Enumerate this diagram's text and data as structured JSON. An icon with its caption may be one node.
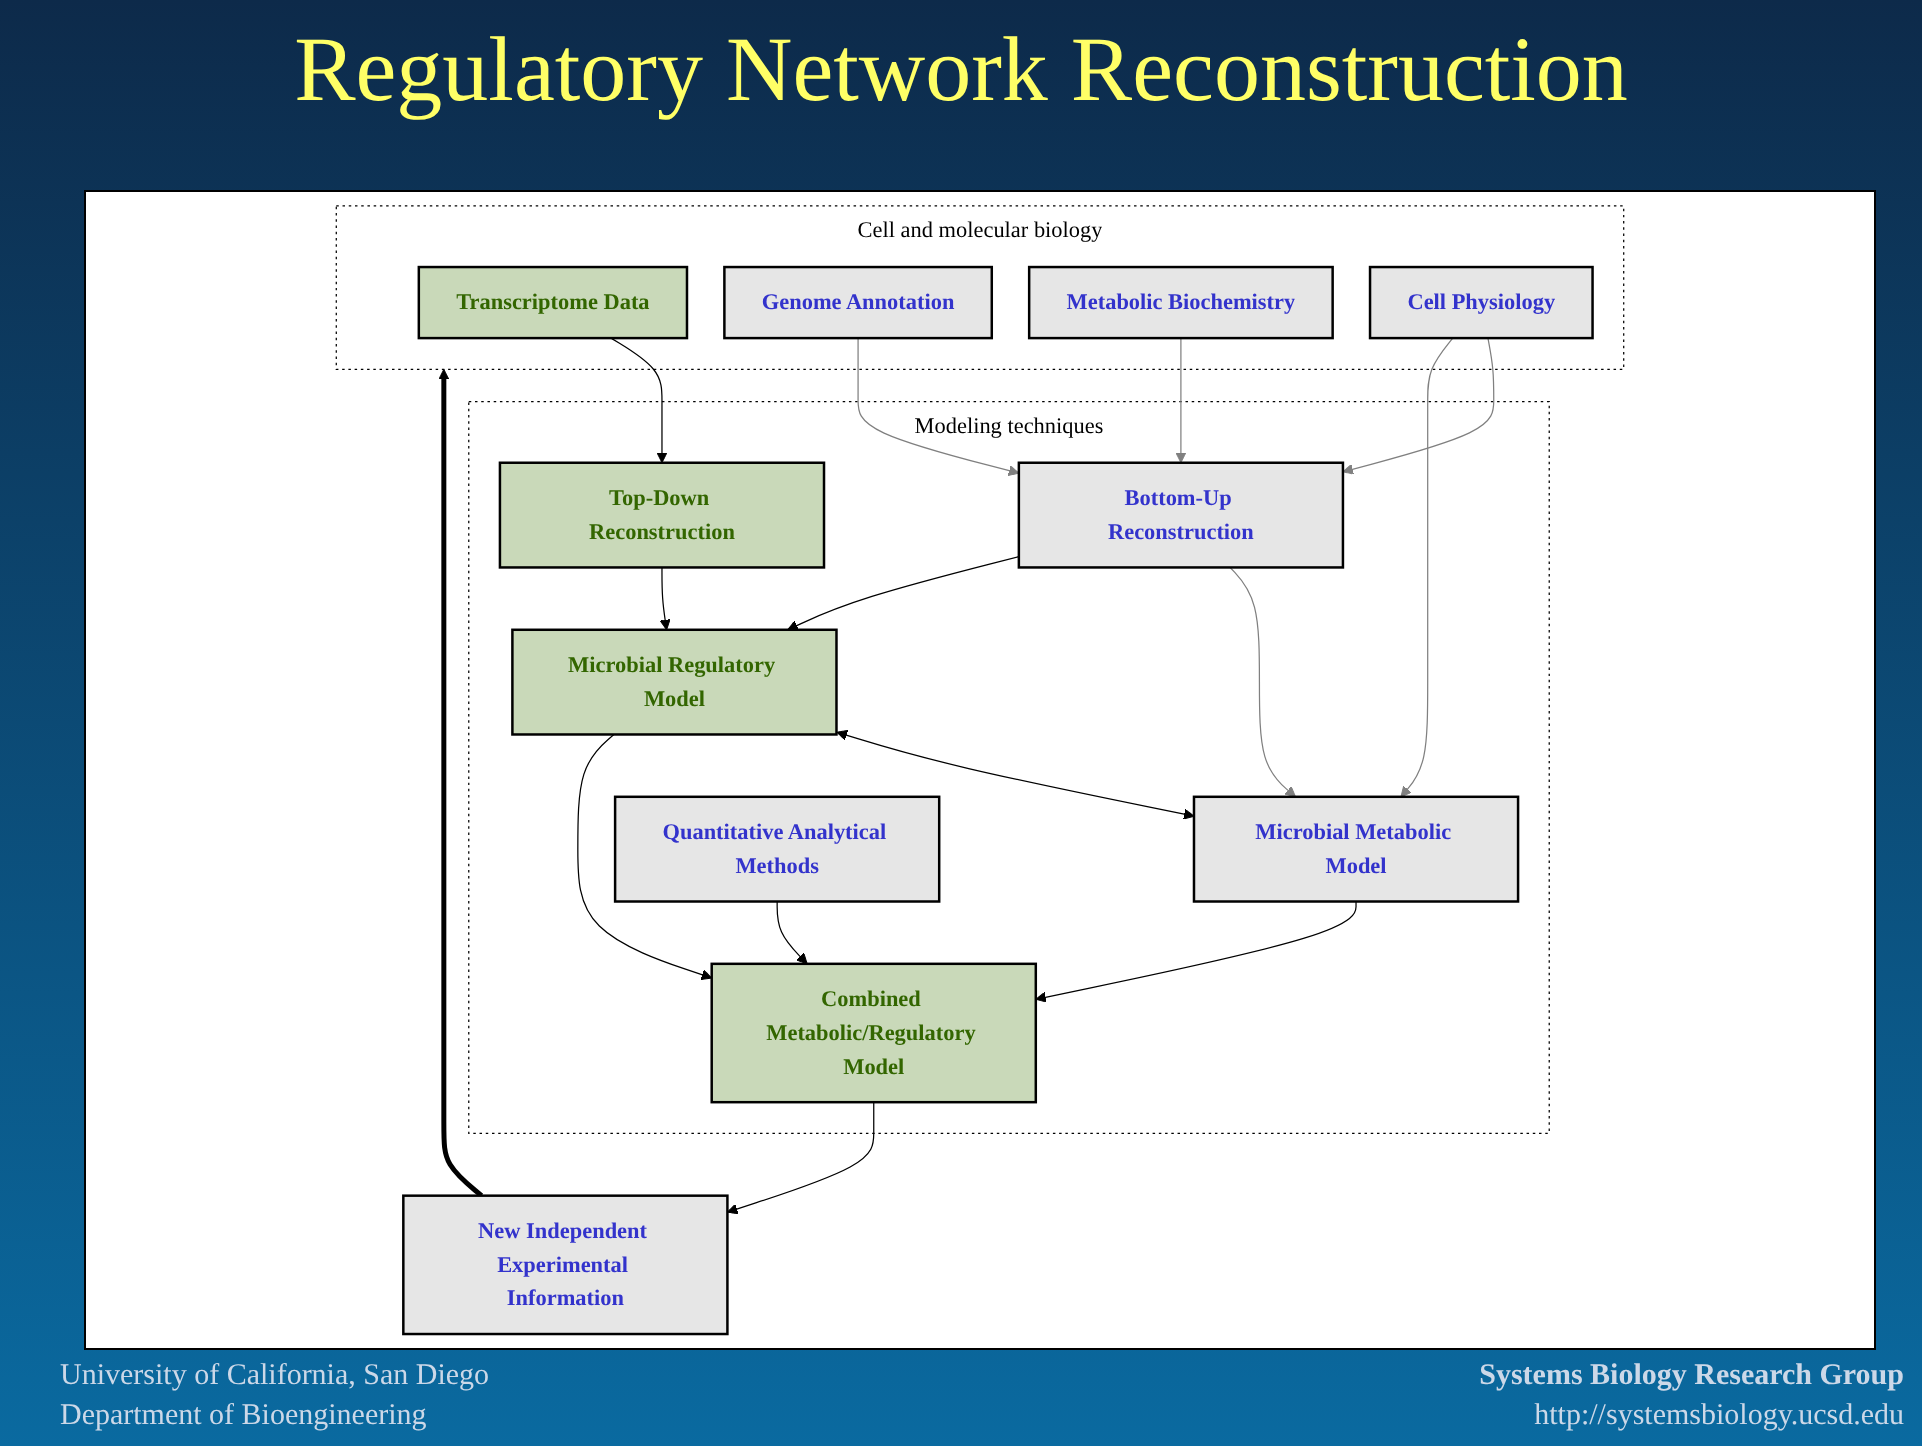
{
  "diagram": {
    "title": "Regulatory Network Reconstruction",
    "nodes": [
      {
        "text": [
          "Cell and molecular biology"
        ]
      },
      {
        "text": [
          "Transcriptome Data"
        ],
        "in": 0
      },
      {
        "text": [
          "Genome Annotation"
        ],
        "in": 0
      },
      {
        "text": [
          "Metabolic Biochemistry"
        ],
        "in": 0
      },
      {
        "text": [
          "Cell Physiology"
        ],
        "in": 0
      },
      {
        "text": [
          "Modeling techniques"
        ]
      },
      {
        "text": [
          "Top-Down Reconstruction"
        ],
        "in": 5
      },
      {
        "text": [
          "Bottom-Up Reconstruction"
        ],
        "in": 5
      },
      {
        "text": [
          "Microbial Regulatory Model"
        ],
        "in": 5
      },
      {
        "text": [
          "Microbial Metabolic Model"
        ],
        "in": 5
      },
      {
        "text": [
          "Quantitative Analytical Methods"
        ],
        "in": 5
      },
      {
        "text": [
          "Combined Metabolic/Regulatory Model"
        ],
        "in": 5
      },
      {
        "text": [
          "New Independent Experimental Information"
        ]
      }
    ],
    "edges": [
      {
        "from": 1,
        "to": 6,
        "arrow": "to"
      },
      {
        "from": 2,
        "to": 7,
        "arrow": "to",
        "color": "#808080"
      },
      {
        "from": 3,
        "to": 7,
        "arrow": "to",
        "color": "#808080"
      },
      {
        "from": 4,
        "to": 7,
        "arrow": "to",
        "color": "#808080"
      },
      {
        "from": 4,
        "to": 9,
        "arrow": "to",
        "color": "#808080"
      },
      {
        "from": 7,
        "to": 9,
        "arrow": "to",
        "color": "#808080"
      },
      {
        "from": 6,
        "to": 8,
        "arrow": "to"
      },
      {
        "from": 7,
        "to": 8,
        "arrow": "to"
      },
      {
        "from": 8,
        "to": 9,
        "arrow": "both"
      },
      {
        "from": 8,
        "to": 11,
        "arrow": "to"
      },
      {
        "from": 9,
        "to": 11,
        "arrow": "to"
      },
      {
        "from": 10,
        "to": 11,
        "arrow": "to"
      },
      {
        "from": 11,
        "to": 12,
        "arrow": "to"
      },
      {
        "from": 12,
        "to": 0,
        "arrow": "to",
        "style": "thick"
      }
    ],
    "labels": [
      "University of California, San Diego",
      "Department of Bioengineering",
      "Systems Biology Research Group",
      "http://systemsbiology.ucsd.edu"
    ]
  }
}
